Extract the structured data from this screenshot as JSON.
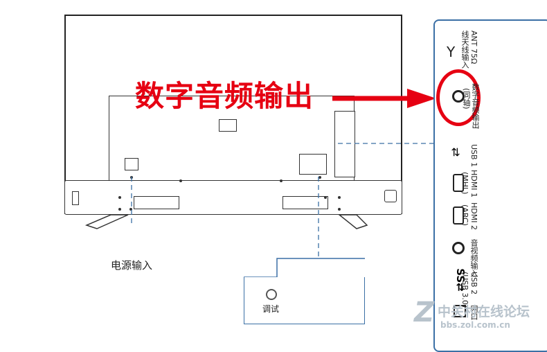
{
  "title": "数字音频输出",
  "labels": {
    "power_input": "电源输入",
    "debug": "调试"
  },
  "ports": {
    "ant": "ANT 75Ω",
    "ant_sub": "线天线输入",
    "digital_audio": "数字音频输出",
    "digital_audio_sub": "(同轴)",
    "usb1": "USB 1",
    "hdmi1": "HDMI 1",
    "hdmi1_sub": "(MHL)",
    "hdmi2": "HDMI 2",
    "hdmi2_sub": "(ARC)",
    "audio_video_in": "音视频输入",
    "usb2": "USB 2",
    "usb2_sub": "(USB 3.0)",
    "network": "网口"
  },
  "watermark": {
    "line1": "中关村在线论坛",
    "line2": "bbs.zol.com.cn"
  },
  "colors": {
    "accent_red": "#e60012",
    "line_blue": "#3a6fa5"
  },
  "icons": [
    "antenna-icon",
    "coax-port-icon",
    "usb-icon",
    "hdmi-icon",
    "av-port-icon",
    "usb3-icon",
    "network-icon",
    "power-port-icon",
    "debug-port-icon"
  ]
}
